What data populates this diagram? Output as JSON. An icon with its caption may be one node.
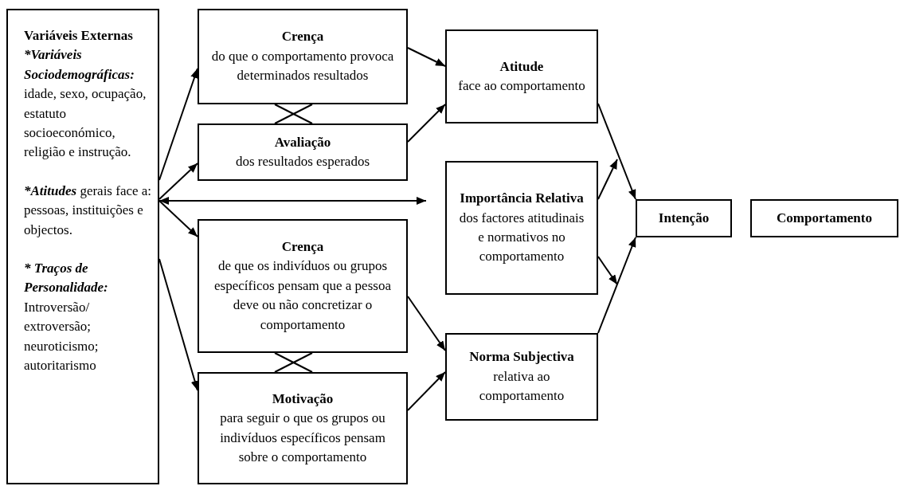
{
  "diagram": {
    "nodes": [
      {
        "text": [
          "Variáveis Externas",
          "*Variáveis Sociodemográficas:",
          "idade, sexo, ocupação, estatuto socioeconómico, religião e instrução.",
          "*Atitudes",
          "gerais face a: pessoas, instituições e objectos.",
          "* Traços de Personalidade:",
          "Introversão/ extroversão; neuroticismo; autoritarismo"
        ]
      },
      {
        "text": [
          "Crença",
          "do que o comportamento provoca determinados resultados"
        ]
      },
      {
        "text": [
          "Avaliação",
          "dos resultados esperados"
        ]
      },
      {
        "text": [
          "Atitude",
          "face ao comportamento"
        ]
      },
      {
        "text": [
          "Importância Relativa",
          "dos factores atitudinais e normativos no comportamento"
        ]
      },
      {
        "text": [
          "Crença",
          "de que os indivíduos ou grupos específicos pensam que a pessoa deve ou não concretizar o comportamento"
        ]
      },
      {
        "text": [
          "Motivação",
          "para seguir o que os grupos ou indivíduos específicos pensam sobre o comportamento"
        ]
      },
      {
        "text": [
          "Norma Subjectiva",
          "relativa ao comportamento"
        ]
      },
      {
        "text": [
          "Intenção"
        ]
      },
      {
        "text": [
          "Comportamento"
        ]
      }
    ],
    "edges": [
      {
        "from": 0,
        "to": 1,
        "arrow": "to"
      },
      {
        "from": 0,
        "to": 2,
        "arrow": "to"
      },
      {
        "from": 0,
        "to": 4,
        "arrow": "both"
      },
      {
        "from": 0,
        "to": 5,
        "arrow": "to"
      },
      {
        "from": 0,
        "to": 6,
        "arrow": "to"
      },
      {
        "from": 1,
        "to": 3,
        "arrow": "to"
      },
      {
        "from": 2,
        "to": 3,
        "arrow": "to"
      },
      {
        "from": 5,
        "to": 7,
        "arrow": "to"
      },
      {
        "from": 6,
        "to": 7,
        "arrow": "to"
      },
      {
        "from": 3,
        "to": 8,
        "arrow": "to"
      },
      {
        "from": 7,
        "to": 8,
        "arrow": "to"
      },
      {
        "from": 4,
        "to": null,
        "arrow": "to"
      },
      {
        "from": 4,
        "to": null,
        "arrow": "to"
      },
      {
        "from": 1,
        "to": 2,
        "arrow": "none"
      },
      {
        "from": 1,
        "to": 2,
        "arrow": "none"
      },
      {
        "from": 5,
        "to": 6,
        "arrow": "none"
      },
      {
        "from": 5,
        "to": 6,
        "arrow": "none"
      }
    ]
  }
}
